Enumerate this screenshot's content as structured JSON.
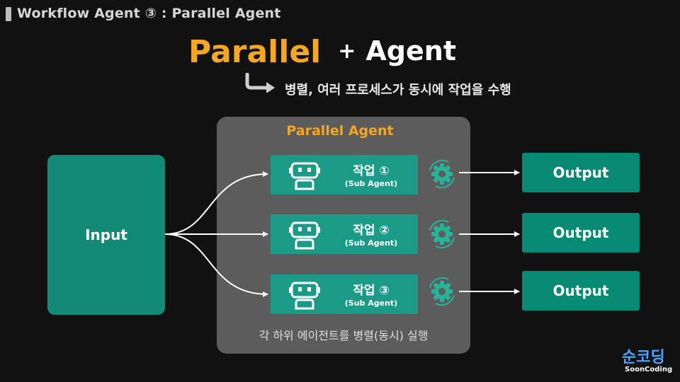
{
  "header": {
    "title": "Workflow Agent ③ : Parallel Agent"
  },
  "title": {
    "highlight": "Parallel",
    "plus": "+",
    "rest": "Agent"
  },
  "subtitle": "병렬, 여러 프로세스가 동시에 작업을 수행",
  "group": {
    "title": "Parallel Agent",
    "caption": "각 하위 에이전트를 병렬(동시) 실행"
  },
  "input": {
    "label": "Input"
  },
  "agents": [
    {
      "name": "작업 ①",
      "sub": "(Sub Agent)"
    },
    {
      "name": "작업 ②",
      "sub": "(Sub Agent)"
    },
    {
      "name": "작업 ③",
      "sub": "(Sub Agent)"
    }
  ],
  "outputs": [
    {
      "label": "Output"
    },
    {
      "label": "Output"
    },
    {
      "label": "Output"
    }
  ],
  "logo": {
    "main": "순코딩",
    "sub": "SoonCoding"
  },
  "colors": {
    "accent": "#f5a623",
    "teal": "#1a9a87",
    "dark_teal": "#068a74",
    "group_bg": "#5c5c5c",
    "logo": "#4da3ff"
  }
}
